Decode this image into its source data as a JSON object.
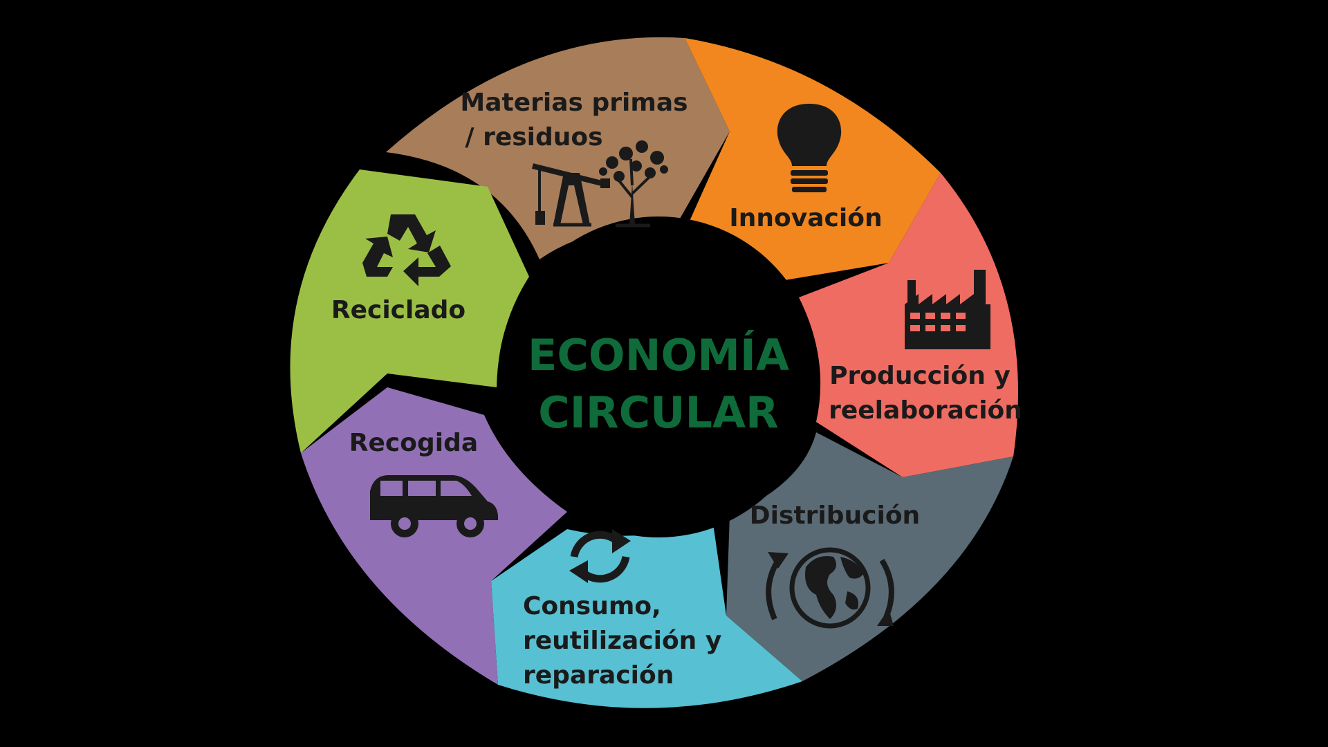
{
  "center": {
    "line1": "ECONOMÍA",
    "line2": "CIRCULAR",
    "text_color": "#0f6b3a",
    "bg_color": "#000000"
  },
  "segments": [
    {
      "id": "materias",
      "lines": [
        "Materias primas",
        "/ residuos"
      ],
      "color": "#a87d5a",
      "icon": "oil-pump-and-tree-icon"
    },
    {
      "id": "innovacion",
      "lines": [
        "Innovación"
      ],
      "color": "#f2871f",
      "icon": "light-bulb-icon"
    },
    {
      "id": "produccion",
      "lines": [
        "Producción y",
        "reelaboración"
      ],
      "color": "#ee6c62",
      "icon": "factory-icon"
    },
    {
      "id": "distribucion",
      "lines": [
        "Distribución"
      ],
      "color": "#5a6b75",
      "icon": "globe-arrows-icon"
    },
    {
      "id": "consumo",
      "lines": [
        "Consumo,",
        "reutilización y",
        "reparación"
      ],
      "color": "#57c0d2",
      "icon": "refresh-arrows-icon"
    },
    {
      "id": "recogida",
      "lines": [
        "Recogida"
      ],
      "color": "#9270b5",
      "icon": "van-icon"
    },
    {
      "id": "reciclado",
      "lines": [
        "Reciclado"
      ],
      "color": "#9bbf45",
      "icon": "recycle-icon"
    }
  ]
}
